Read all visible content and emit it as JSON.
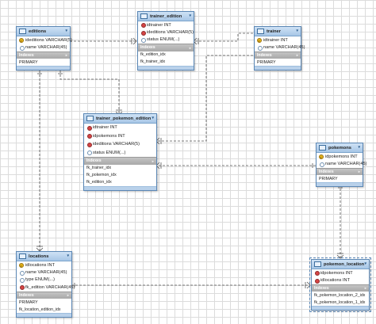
{
  "tables": {
    "editions": {
      "name": "editions",
      "columns": [
        {
          "text": "ideditions VARCHAR(5)",
          "icon": "primary-key-icon"
        },
        {
          "text": "name VARCHAR(45)",
          "icon": "nullable-column-icon"
        }
      ],
      "indexes_label": "Indexes",
      "indexes": [
        "PRIMARY"
      ]
    },
    "trainer_edition": {
      "name": "trainer_edition",
      "columns": [
        {
          "text": "idtrainer INT",
          "icon": "foreign-key-icon"
        },
        {
          "text": "ideditions VARCHAR(5)",
          "icon": "foreign-key-icon"
        },
        {
          "text": "status ENUM(...)",
          "icon": "nullable-column-icon"
        }
      ],
      "indexes_label": "Indexes",
      "indexes": [
        "fk_edition_idx",
        "fk_trainer_idx"
      ]
    },
    "trainer": {
      "name": "trainer",
      "columns": [
        {
          "text": "idtrainer INT",
          "icon": "primary-key-icon"
        },
        {
          "text": "name VARCHAR(45)",
          "icon": "nullable-column-icon"
        }
      ],
      "indexes_label": "Indexes",
      "indexes": [
        "PRIMARY"
      ]
    },
    "trainer_pokemon_edition": {
      "name": "trainer_pokemon_edition",
      "columns": [
        {
          "text": "idtrainer INT",
          "icon": "foreign-key-icon"
        },
        {
          "text": "idpokemons INT",
          "icon": "foreign-key-icon"
        },
        {
          "text": "ideditions VARCHAR(5)",
          "icon": "foreign-key-icon"
        },
        {
          "text": "status ENUM(...)",
          "icon": "nullable-column-icon"
        }
      ],
      "indexes_label": "Indexes",
      "indexes": [
        "fk_trainer_idx",
        "fk_pokemon_idx",
        "fk_edition_idx"
      ]
    },
    "pokemons": {
      "name": "pokemons",
      "columns": [
        {
          "text": "idpokemons INT",
          "icon": "primary-key-icon"
        },
        {
          "text": "name VARCHAR(45)",
          "icon": "nullable-column-icon"
        }
      ],
      "indexes_label": "Indexes",
      "indexes": [
        "PRIMARY"
      ]
    },
    "locations": {
      "name": "locations",
      "columns": [
        {
          "text": "idlocations INT",
          "icon": "primary-key-icon"
        },
        {
          "text": "name VARCHAR(45)",
          "icon": "nullable-column-icon"
        },
        {
          "text": "type ENUM(...)",
          "icon": "nullable-column-icon"
        },
        {
          "text": "fk_edition VARCHAR(45)",
          "icon": "foreign-key-icon"
        }
      ],
      "indexes_label": "Indexes",
      "indexes": [
        "PRIMARY",
        "fk_location_edition_idx"
      ]
    },
    "pokemon_location": {
      "name": "pokemon_location",
      "columns": [
        {
          "text": "idpokemons INT",
          "icon": "foreign-key-icon"
        },
        {
          "text": "idlocations INT",
          "icon": "foreign-key-icon"
        }
      ],
      "indexes_label": "Indexes",
      "indexes": [
        "fk_pokemon_location_2_idx",
        "fk_pokemon_location_1_idx"
      ]
    }
  },
  "relationships": [
    {
      "from": "editions",
      "to": "trainer_edition"
    },
    {
      "from": "trainer",
      "to": "trainer_edition"
    },
    {
      "from": "editions",
      "to": "trainer_pokemon_edition"
    },
    {
      "from": "trainer",
      "to": "trainer_pokemon_edition"
    },
    {
      "from": "pokemons",
      "to": "trainer_pokemon_edition"
    },
    {
      "from": "editions",
      "to": "locations"
    },
    {
      "from": "pokemons",
      "to": "pokemon_location"
    },
    {
      "from": "locations",
      "to": "pokemon_location"
    }
  ],
  "colors": {
    "header": "#a7c6e6",
    "border": "#5b87b5",
    "indexes_header": "#a8a8a8",
    "line": "#555555"
  }
}
